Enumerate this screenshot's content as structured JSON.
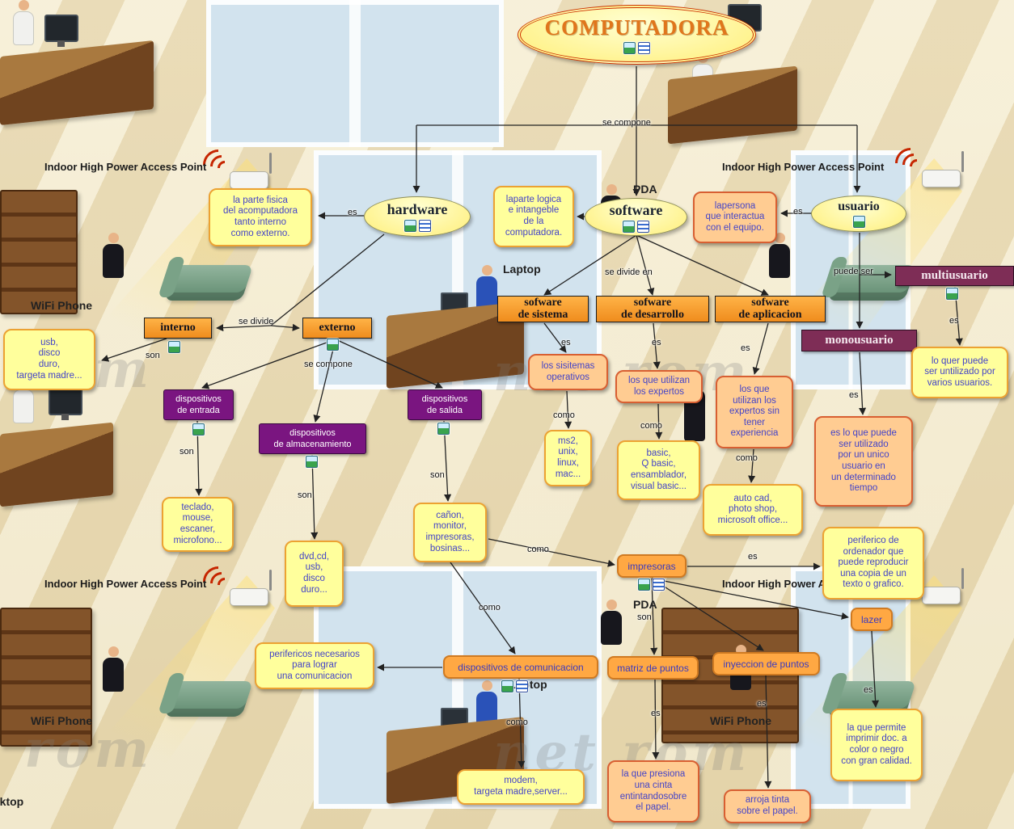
{
  "colors": {
    "node_fill": "#ffef7a",
    "root_text": "#e0761c",
    "root_border": "#cc3300",
    "orange_box": "#ef8c1d",
    "purple_box": "#7a1580",
    "maroon_box": "#7e2d56",
    "chip_fill": "#ffa843",
    "chip_border": "#cf7a22",
    "note_yellow": "#ffff9c",
    "note_salmon": "#ffcc92",
    "note_text": "#4444c8",
    "edge": "#222222",
    "signal_arc": "#c62500"
  },
  "icons": {
    "image_resource": "image-resource-icon",
    "document_resource": "document-resource-icon"
  },
  "background": {
    "access_point_label": "Indoor High Power Access Point",
    "wifi_phone_label": "WiFi Phone",
    "laptop_label": "Laptop",
    "pda_label": "PDA",
    "desktop_label": "Desktop",
    "watermark_left": "rom",
    "watermark_right": "net rom"
  },
  "map": {
    "nodes": {
      "computadora": "COMPUTADORA",
      "hardware": "hardware",
      "software": "software",
      "usuario": "usuario",
      "interno": "interno",
      "externo": "externo",
      "disp_entrada": "dispositivos\nde entrada",
      "disp_almacenamiento": "dispositivos\nde almacenamiento",
      "disp_salida": "dispositivos\nde salida",
      "sw_sistema": "sofware\nde sistema",
      "sw_desarrollo": "sofware\nde desarrollo",
      "sw_aplicacion": "sofware\nde aplicacion",
      "multiusuario": "multiusuario",
      "monousuario": "monousuario",
      "impresoras": "impresoras",
      "matriz": "matriz de puntos",
      "inyeccion": "inyeccion de puntos",
      "lazer": "lazer",
      "disp_comunicacion": "dispositivos de comunicacion"
    },
    "notes": {
      "hardware_def": "la parte fisica\ndel acomputadora\ntanto interno\ncomo externo.",
      "software_def": "laparte logica\ne intangeble\nde la\ncomputadora.",
      "usuario_def": "lapersona\nque interactua\ncon el equipo.",
      "interno_son": "usb,\ndisco\nduro,\ntargeta madre...",
      "entrada_son": "teclado,\nmouse,\nescaner,\nmicrofono...",
      "almacenamiento_son": "dvd,cd,\nusb,\ndisco\nduro...",
      "salida_son": "cañon,\nmonitor,\nimpresoras,\nbosinas...",
      "sistema_es": "los sisitemas\noperativos",
      "sistema_como": "ms2,\nunix,\nlinux,\nmac...",
      "desarrollo_es": "los que utilizan\nlos expertos",
      "desarrollo_como": "basic,\nQ basic,\nensamblador,\nvisual basic...",
      "aplicacion_es": "los que\nutilizan los\nexpertos sin\ntener\nexperiencia",
      "aplicacion_como": "auto cad,\nphoto shop,\nmicrosoft office...",
      "multiusuario_es": "lo quer puede\nser untilizado por\nvarios usuarios.",
      "monousuario_es": "es lo que puede\nser utilizado\npor un unico\nusuario en\nun determinado\ntiempo",
      "impresoras_es": "periferico de\nordenador que\npuede reproducir\nuna copia de un\ntexto o grafico.",
      "matriz_es": "la que presiona\nuna cinta\nentintandosobre\nel papel.",
      "inyeccion_es": "arroja tinta\nsobre el papel.",
      "lazer_es": "la que permite\nimprimir doc. a\ncolor o negro\ncon gran calidad.",
      "comunicacion_def": "perifericos necesarios\npara lograr\nuna comunicacion",
      "comunicacion_como": "modem,\ntargeta madre,server..."
    },
    "links": {
      "se_compone": "se compone",
      "es": "es",
      "se_divide": "se divide",
      "son": "son",
      "se_divide_en": "se divide en",
      "como": "como",
      "puede_ser": "puede ser"
    }
  }
}
